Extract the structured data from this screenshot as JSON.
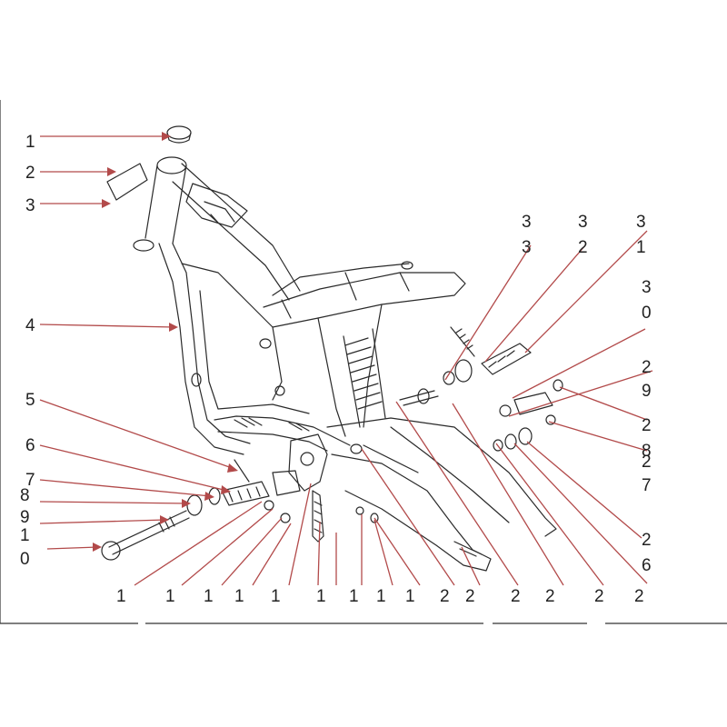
{
  "colors": {
    "leader": "#b24a4a",
    "line": "#2a2a2a",
    "text": "#222222",
    "background": "#ffffff"
  },
  "left_labels": [
    {
      "id": "c1",
      "lines": [
        "1"
      ]
    },
    {
      "id": "c2",
      "lines": [
        "2"
      ]
    },
    {
      "id": "c3",
      "lines": [
        "3"
      ]
    },
    {
      "id": "c4",
      "lines": [
        "4"
      ]
    },
    {
      "id": "c5",
      "lines": [
        "5"
      ]
    },
    {
      "id": "c6",
      "lines": [
        "6"
      ]
    },
    {
      "id": "c7",
      "lines": [
        "7"
      ]
    },
    {
      "id": "c8",
      "lines": [
        "8"
      ]
    },
    {
      "id": "c9",
      "lines": [
        "9"
      ]
    },
    {
      "id": "c10",
      "lines": [
        "1",
        "0"
      ]
    }
  ],
  "top_labels": [
    {
      "id": "c33",
      "lines": [
        "3",
        "3"
      ]
    },
    {
      "id": "c32",
      "lines": [
        "3",
        "2"
      ]
    },
    {
      "id": "c31",
      "lines": [
        "3",
        "1"
      ]
    }
  ],
  "right_labels": [
    {
      "id": "c30",
      "lines": [
        "3",
        "0"
      ]
    },
    {
      "id": "c29",
      "lines": [
        "2",
        "9"
      ]
    },
    {
      "id": "c28",
      "lines": [
        "2",
        "8"
      ]
    },
    {
      "id": "c27",
      "lines": [
        "2",
        "7"
      ]
    },
    {
      "id": "c26",
      "lines": [
        "2",
        "6"
      ]
    }
  ],
  "bottom_labels": [
    {
      "id": "b1",
      "text": "1"
    },
    {
      "id": "b2",
      "text": "1"
    },
    {
      "id": "b3",
      "text": "1"
    },
    {
      "id": "b4",
      "text": "1"
    },
    {
      "id": "b5",
      "text": "1"
    },
    {
      "id": "b6",
      "text": "1"
    },
    {
      "id": "b7",
      "text": "1"
    },
    {
      "id": "b8",
      "text": "1"
    },
    {
      "id": "b9",
      "text": "1"
    },
    {
      "id": "b10",
      "text": "2"
    },
    {
      "id": "b11",
      "text": "2"
    },
    {
      "id": "b12",
      "text": "2"
    },
    {
      "id": "b13",
      "text": "2"
    },
    {
      "id": "b14",
      "text": "2"
    },
    {
      "id": "b15",
      "text": "2"
    }
  ]
}
